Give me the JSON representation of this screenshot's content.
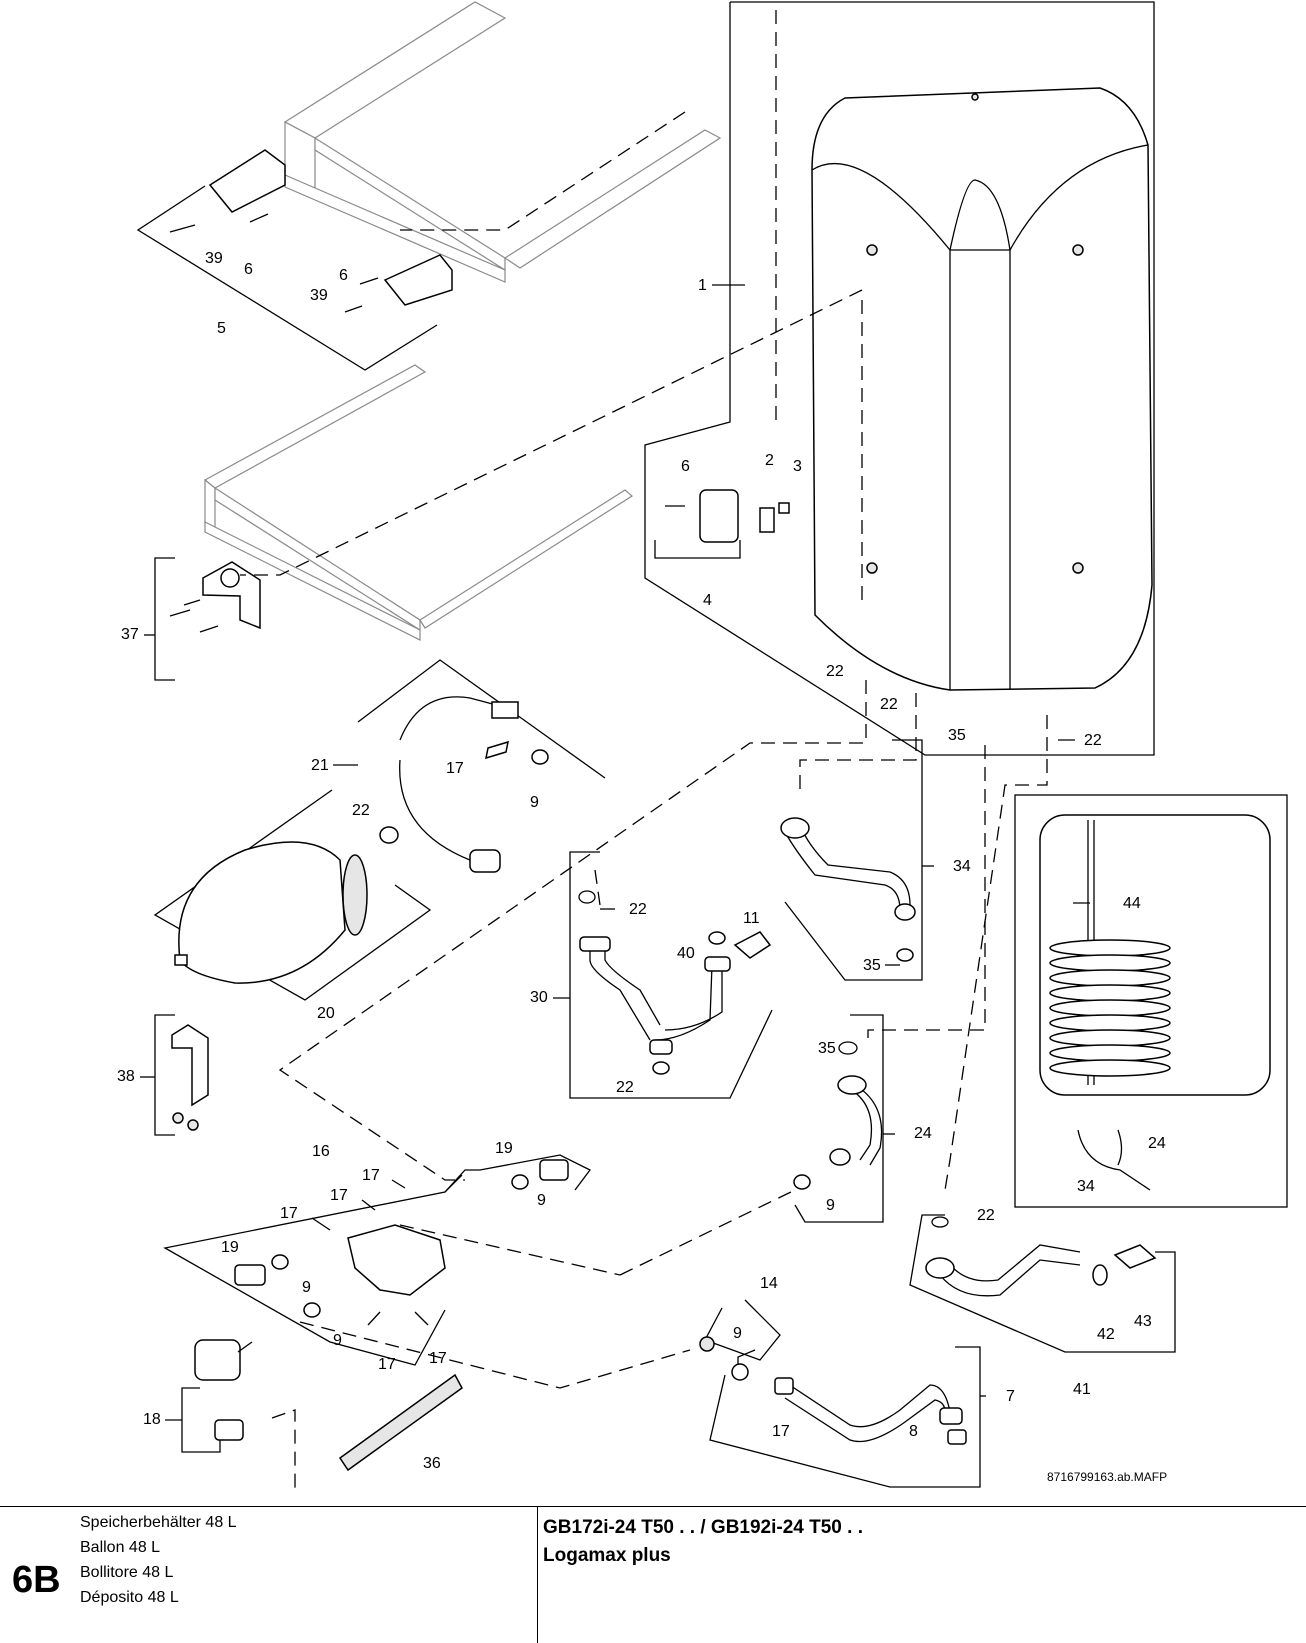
{
  "drawing": {
    "reference_code": "8716799163.ab.MAFP",
    "labels": {
      "p1": "1",
      "p2": "2",
      "p3": "3",
      "p4": "4",
      "p5": "5",
      "p6a": "6",
      "p6b": "6",
      "p6c": "6",
      "p7": "7",
      "p8": "8",
      "p9a": "9",
      "p9b": "9",
      "p9c": "9",
      "p9d": "9",
      "p9e": "9",
      "p9f": "9",
      "p11": "11",
      "p14": "14",
      "p16": "16",
      "p17a": "17",
      "p17b": "17",
      "p17c": "17",
      "p17d": "17",
      "p17e": "17",
      "p17f": "17",
      "p17g": "17",
      "p18": "18",
      "p19a": "19",
      "p19b": "19",
      "p20": "20",
      "p21": "21",
      "p22a": "22",
      "p22b": "22",
      "p22c": "22",
      "p22d": "22",
      "p22e": "22",
      "p22f": "22",
      "p22g": "22",
      "p24a": "24",
      "p24b": "24",
      "p30": "30",
      "p34a": "34",
      "p34b": "34",
      "p35a": "35",
      "p35b": "35",
      "p35c": "35",
      "p36": "36",
      "p37": "37",
      "p38": "38",
      "p39a": "39",
      "p39b": "39",
      "p40": "40",
      "p41": "41",
      "p42": "42",
      "p43": "43",
      "p44": "44"
    }
  },
  "footer": {
    "section": "6B",
    "descriptions": [
      "Speicherbehälter 48 L",
      "Ballon 48 L",
      "Bollitore 48 L",
      "Déposito 48 L"
    ],
    "model_line": "GB172i-24 T50 . . / GB192i-24 T50 . .",
    "product_line": "Logamax plus"
  }
}
